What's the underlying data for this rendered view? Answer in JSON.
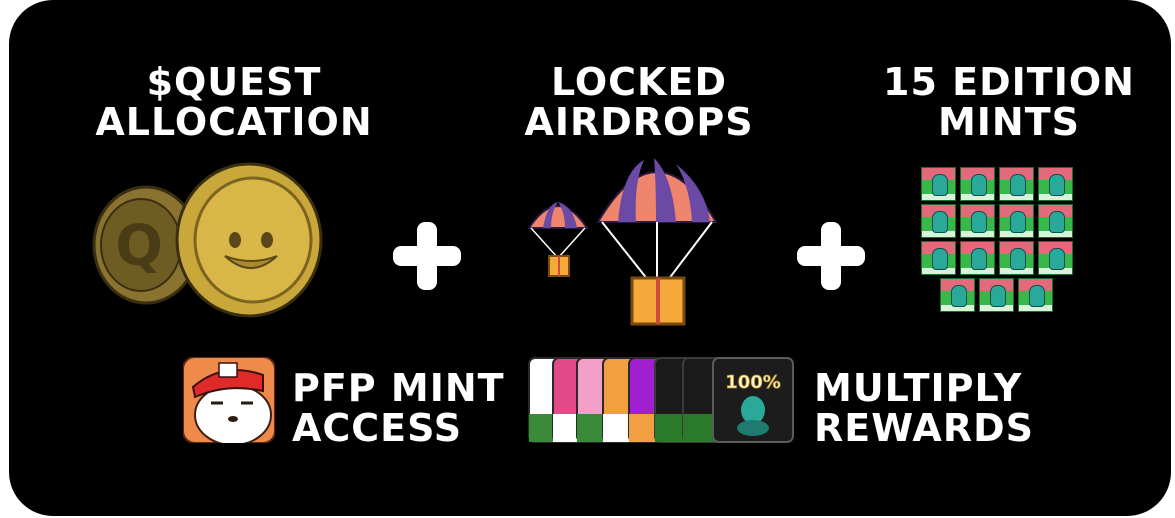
{
  "headings": {
    "quest": {
      "line1": "$QUEST",
      "line2": "ALLOCATION"
    },
    "airdrops": {
      "line1": "LOCKED",
      "line2": "AIRDROPS"
    },
    "editions": {
      "line1": "15 EDITION",
      "line2": "MINTS"
    }
  },
  "labels": {
    "pfp": {
      "line1": "PFP MINT",
      "line2": "ACCESS"
    },
    "multiply": {
      "line1": "MULTIPLY",
      "line2": "REWARDS"
    }
  },
  "multiplier_badge": "100%",
  "edition_count": 15,
  "icons": [
    "quest-coin-icon",
    "duck-coin-icon",
    "plus-icon",
    "parachute-icon",
    "crate-icon",
    "edition-tile-icon",
    "pfp-avatar-icon",
    "reward-card-icon"
  ],
  "colors": {
    "background": "#000000",
    "text": "#ffffff",
    "coin_gold": "#c9a73a",
    "coin_dark": "#8a7330",
    "parachute_orange": "#f0856d",
    "parachute_purple": "#6a4aa5",
    "crate": "#f5a93a",
    "tile_green": "#36b84a"
  }
}
